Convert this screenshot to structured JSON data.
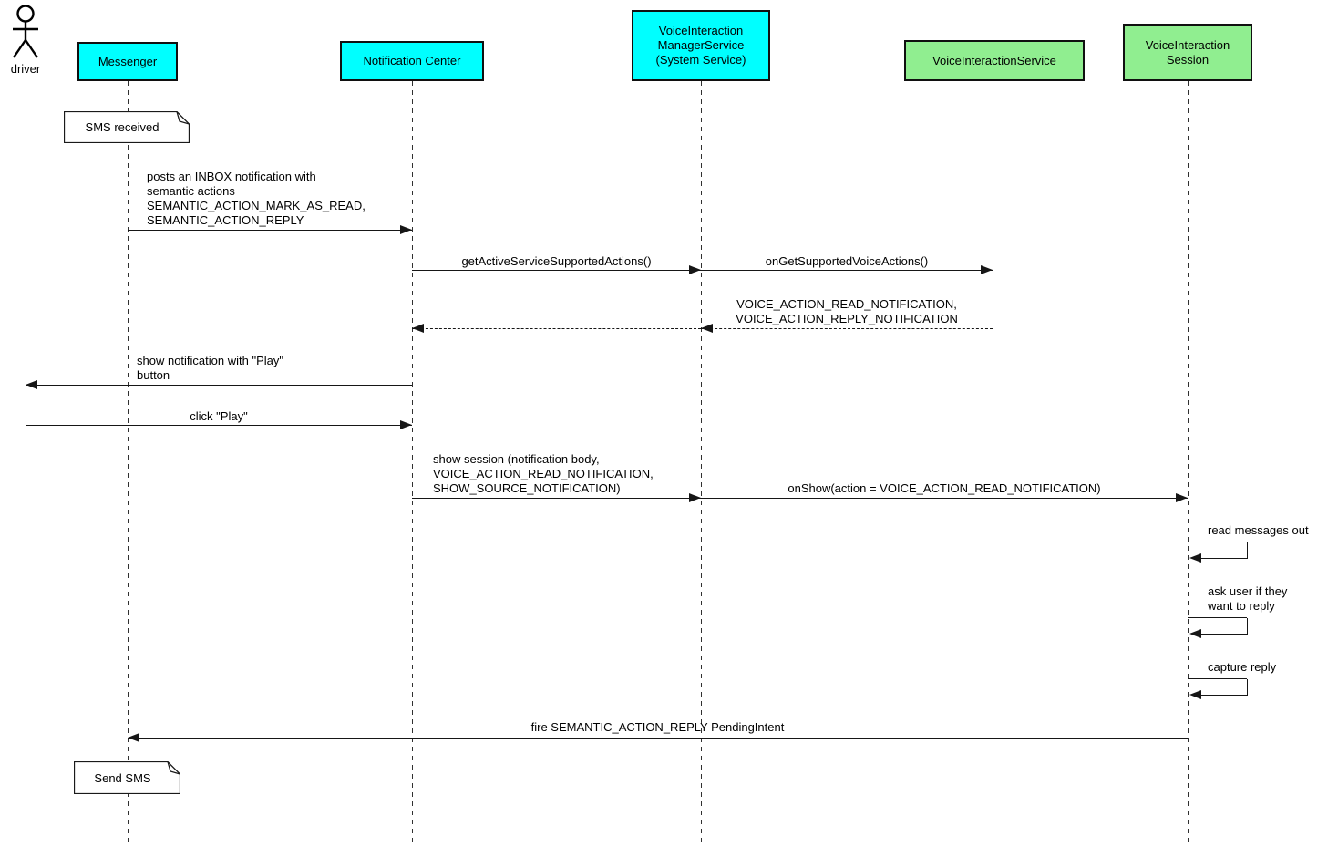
{
  "diagram_type": "uml-sequence",
  "colors": {
    "participant_cyan": "#00ffff",
    "participant_green": "#90ee90",
    "line": "#161616",
    "background": "#ffffff"
  },
  "participants": [
    {
      "id": "driver",
      "kind": "actor",
      "color": null,
      "lines": [
        "driver"
      ]
    },
    {
      "id": "messenger",
      "kind": "box",
      "color": "#00ffff",
      "lines": [
        "Messenger"
      ]
    },
    {
      "id": "nc",
      "kind": "box",
      "color": "#00ffff",
      "lines": [
        "Notification Center"
      ]
    },
    {
      "id": "vims",
      "kind": "box",
      "color": "#00ffff",
      "lines": [
        "VoiceInteraction",
        "ManagerService",
        "(System Service)"
      ]
    },
    {
      "id": "vis",
      "kind": "box",
      "color": "#90ee90",
      "lines": [
        "VoiceInteractionService"
      ]
    },
    {
      "id": "visession",
      "kind": "box",
      "color": "#90ee90",
      "lines": [
        "VoiceInteraction",
        "Session"
      ]
    }
  ],
  "notes": [
    {
      "text": "SMS received",
      "anchor": "messenger"
    },
    {
      "text": "Send SMS",
      "anchor": "messenger"
    }
  ],
  "messages": [
    {
      "from": "messenger",
      "to": "nc",
      "style": "solid",
      "lines": [
        "posts an INBOX notification with",
        "semantic actions",
        "SEMANTIC_ACTION_MARK_AS_READ,",
        "SEMANTIC_ACTION_REPLY"
      ]
    },
    {
      "from": "nc",
      "to": "vims",
      "style": "solid",
      "lines": [
        "getActiveServiceSupportedActions()"
      ]
    },
    {
      "from": "vims",
      "to": "vis",
      "style": "solid",
      "lines": [
        "onGetSupportedVoiceActions()"
      ]
    },
    {
      "from": "vis",
      "to": "vims",
      "style": "dashed",
      "lines": [
        "VOICE_ACTION_READ_NOTIFICATION,",
        "VOICE_ACTION_REPLY_NOTIFICATION"
      ]
    },
    {
      "from": "vims",
      "to": "nc",
      "style": "dashed",
      "lines": []
    },
    {
      "from": "nc",
      "to": "driver",
      "style": "solid",
      "lines": [
        "show notification with \"Play\"",
        "button"
      ]
    },
    {
      "from": "driver",
      "to": "nc",
      "style": "solid",
      "lines": [
        "click \"Play\""
      ]
    },
    {
      "from": "nc",
      "to": "vims",
      "style": "solid",
      "lines": [
        "show session (notification body,",
        "VOICE_ACTION_READ_NOTIFICATION,",
        "SHOW_SOURCE_NOTIFICATION)"
      ]
    },
    {
      "from": "vims",
      "to": "visession",
      "style": "solid",
      "lines": [
        "onShow(action = VOICE_ACTION_READ_NOTIFICATION)"
      ]
    },
    {
      "self": "visession",
      "style": "solid",
      "lines": [
        "read messages out"
      ]
    },
    {
      "self": "visession",
      "style": "solid",
      "lines": [
        "ask user if they",
        "want to reply"
      ]
    },
    {
      "self": "visession",
      "style": "solid",
      "lines": [
        "capture reply"
      ]
    },
    {
      "from": "visession",
      "to": "messenger",
      "style": "solid",
      "lines": [
        "fire SEMANTIC_ACTION_REPLY PendingIntent"
      ]
    }
  ]
}
